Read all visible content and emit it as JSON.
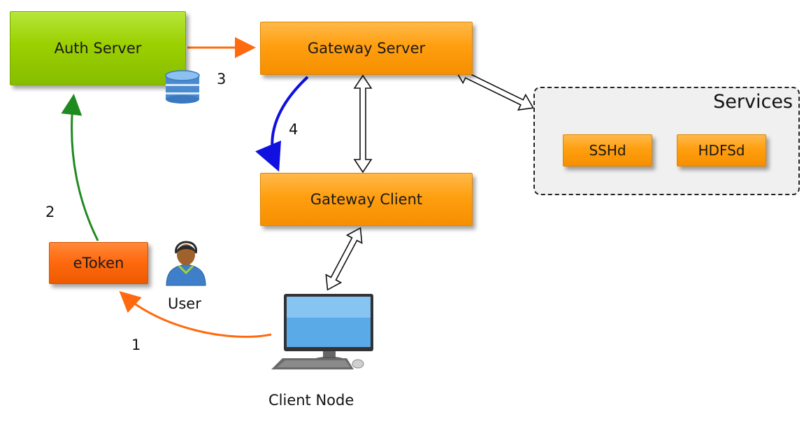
{
  "nodes": {
    "auth_server": "Auth Server",
    "gateway_server": "Gateway Server",
    "gateway_client": "Gateway Client",
    "etoken": "eToken",
    "services": {
      "title": "Services",
      "items": [
        "SSHd",
        "HDFSd"
      ]
    }
  },
  "labels": {
    "user": "User",
    "client_node": "Client Node"
  },
  "steps": [
    "1",
    "2",
    "3",
    "4"
  ],
  "colors": {
    "auth_server": "#9bd000",
    "gateway": "#ff9f10",
    "etoken": "#ff6a10",
    "arrow_step1": "#ff6a10",
    "arrow_step2": "#1f8a1f",
    "arrow_step3": "#ff6a10",
    "arrow_step4": "#1010e0"
  },
  "icons": [
    "database-icon",
    "user-icon",
    "computer-icon"
  ]
}
